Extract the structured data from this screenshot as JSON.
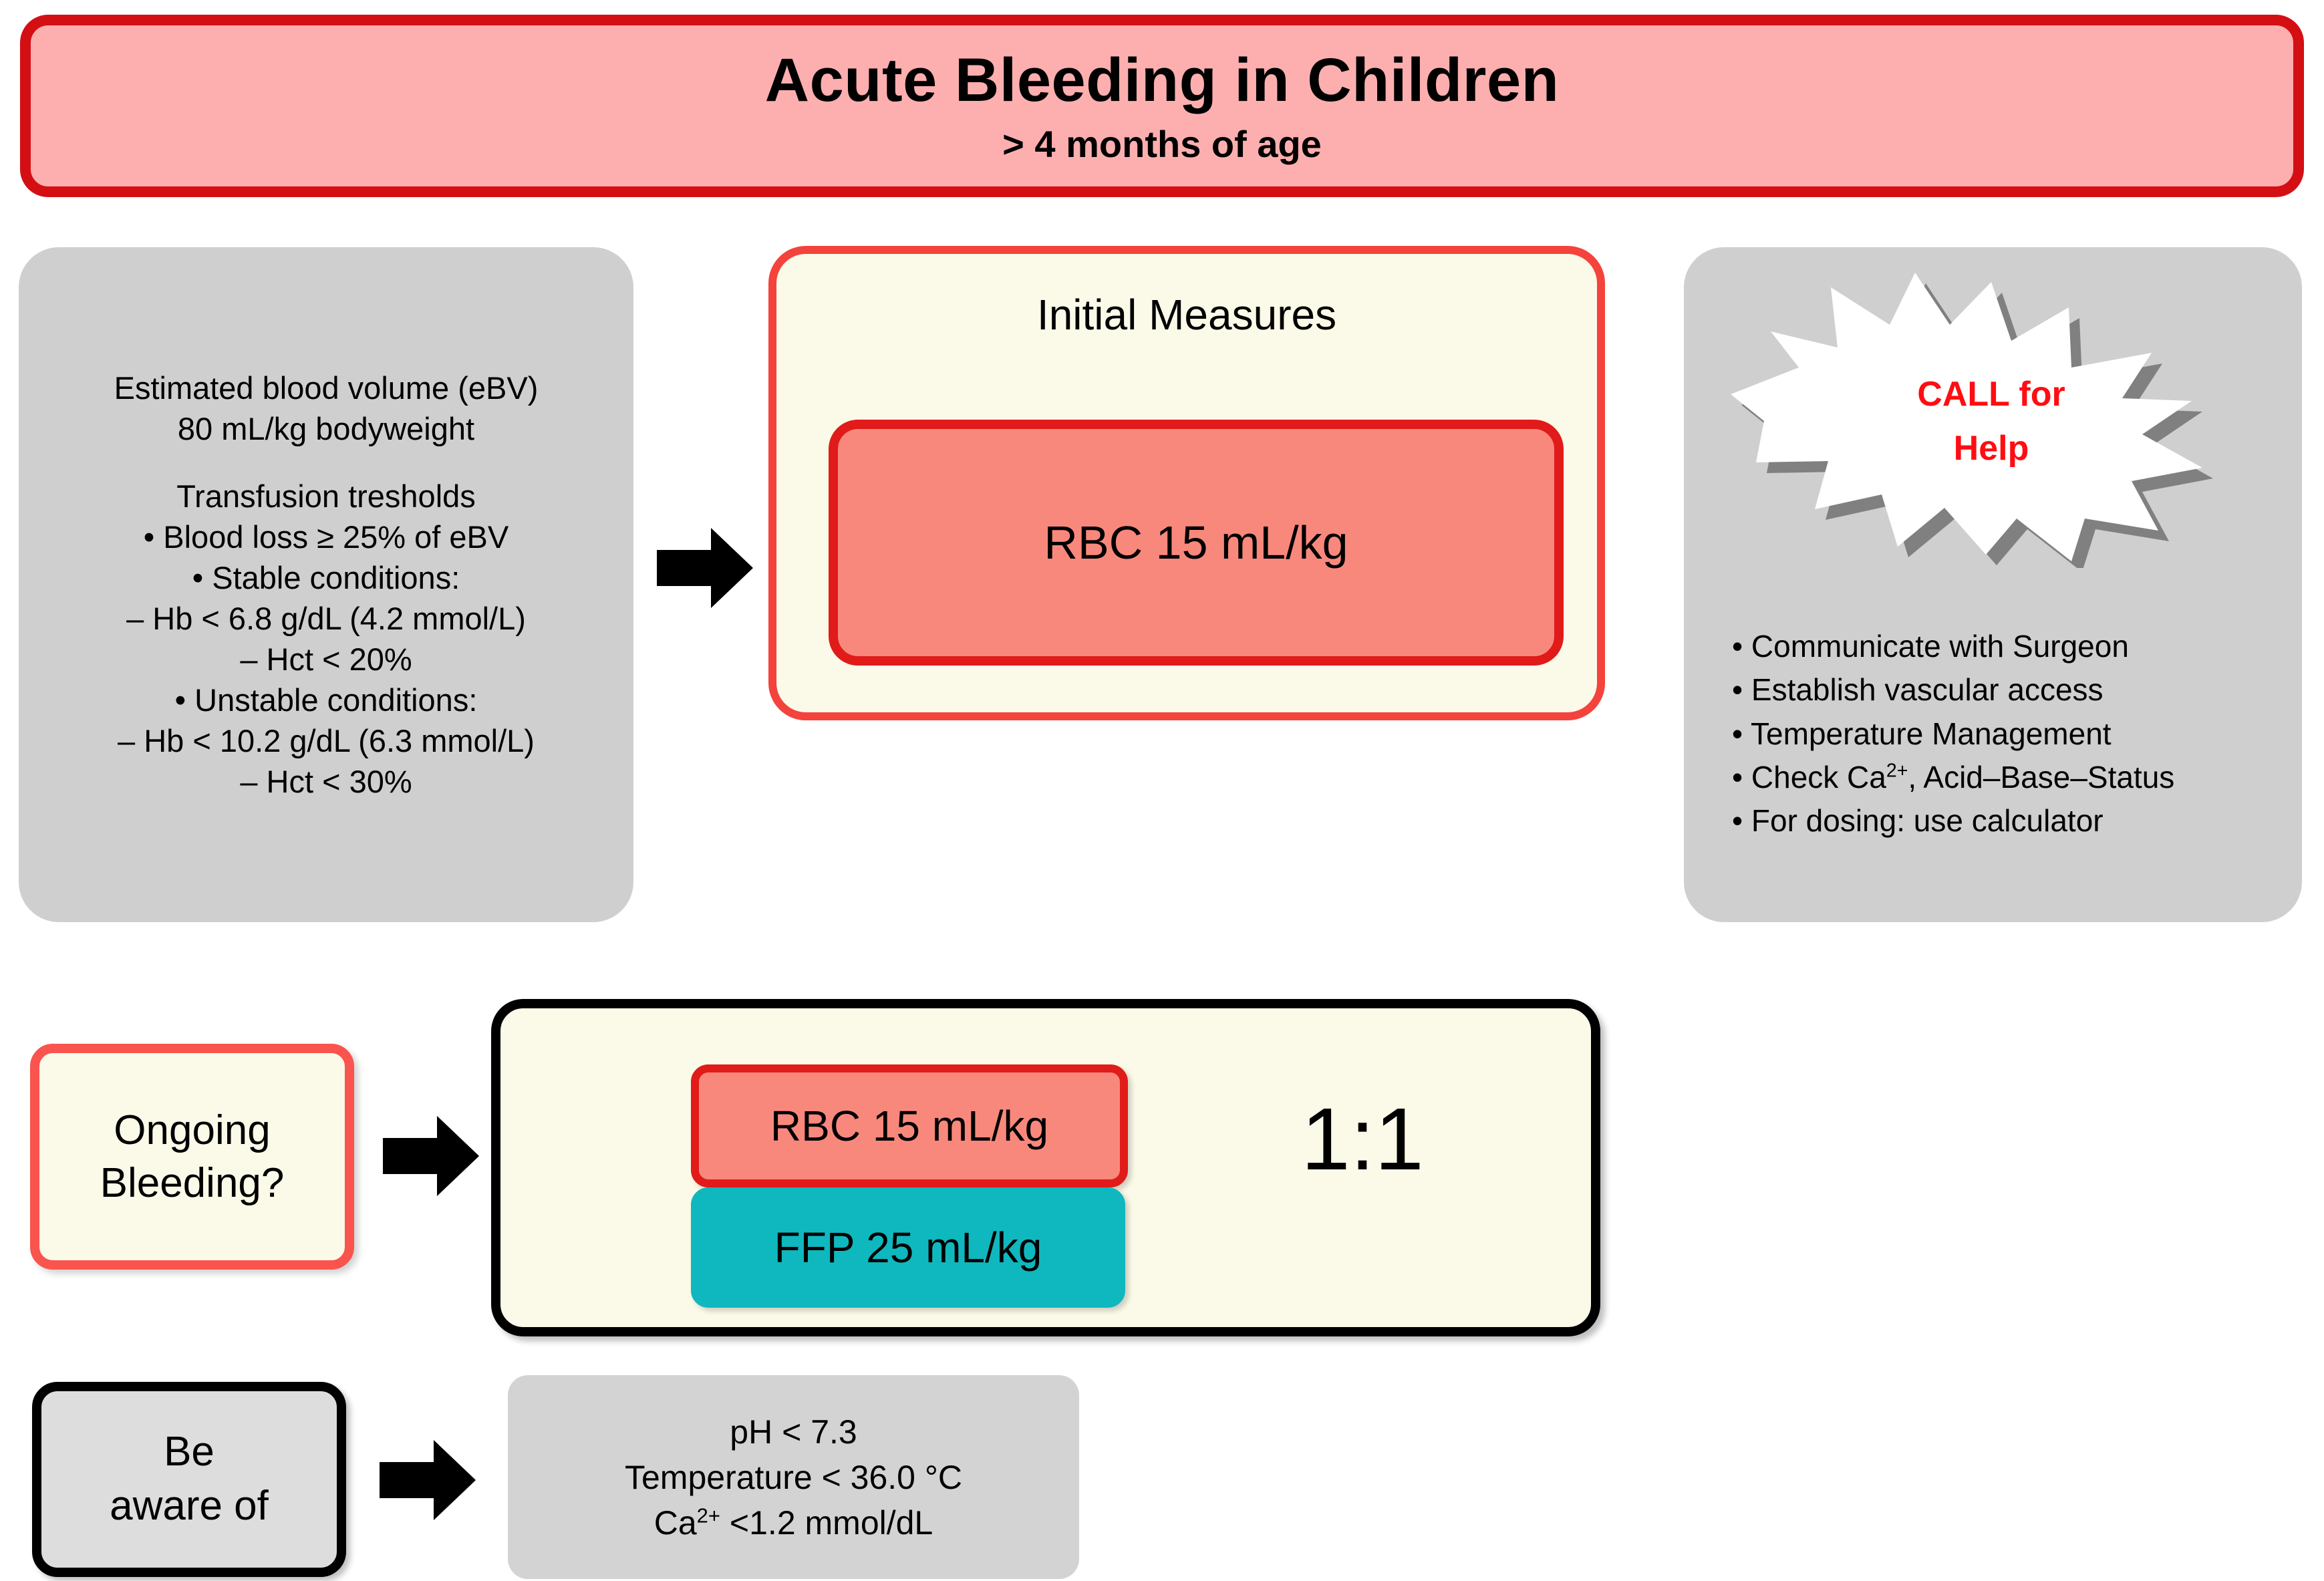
{
  "title": {
    "main": "Acute Bleeding in Children",
    "subtitle": "> 4 months of age",
    "fill": "#FDAFAF",
    "border": "#D40F14"
  },
  "left_panel": {
    "lines": [
      "Estimated blood volume (eBV)",
      "80 mL/kg bodyweight"
    ],
    "thresholds_heading": "Transfusion tresholds",
    "threshold_lines": [
      "• Blood loss ≥  25% of eBV",
      "• Stable conditions:",
      "– Hb < 6.8 g/dL  (4.2 mmol/L)",
      "– Hct < 20%",
      "• Unstable conditions:",
      "– Hb < 10.2 g/dL (6.3 mmol/L)",
      "– Hct < 30%"
    ],
    "fill": "#CFCFCF"
  },
  "initial_measures": {
    "heading": "Initial Measures",
    "rbc_label": "RBC 15 mL/kg",
    "fill": "#FBFAE8",
    "border": "#F4433C",
    "rbc_fill": "#F9887C",
    "rbc_border": "#E01B19"
  },
  "right_panel": {
    "burst_line1": "CALL for",
    "burst_line2": "Help",
    "burst_color": "#FF0D12",
    "bullets": [
      "• Communicate with Surgeon",
      "• Establish vascular access",
      "• Temperature Management",
      "• For dosing: use calculator"
    ],
    "bullet_ca": {
      "prefix": "• Check Ca",
      "sup": "2+",
      "suffix": ", Acid–Base–Status"
    },
    "fill": "#CFCFCF"
  },
  "ongoing": {
    "line1": "Ongoing",
    "line2": "Bleeding?",
    "fill": "#FBFAE8",
    "border": "#F9544E"
  },
  "protocol": {
    "rbc_label": "RBC 15 mL/kg",
    "ffp_label": "FFP 25 mL/kg",
    "ratio": "1:1",
    "fill": "#FBFAE8",
    "border": "#000000",
    "rbc_fill": "#F9887C",
    "ffp_fill": "#0FB8BE"
  },
  "be_aware": {
    "line1": "Be",
    "line2": "aware of",
    "fill": "#DDDDDD"
  },
  "aware_values": {
    "ph": "pH < 7.3",
    "temperature": "Temperature  < 36.0 °C",
    "calcium": {
      "prefix": "Ca",
      "sup": "2+",
      "suffix": "  <1.2 mmol/dL"
    },
    "fill": "#D3D3D3"
  },
  "arrows": {
    "color": "#000000",
    "count": 3
  }
}
